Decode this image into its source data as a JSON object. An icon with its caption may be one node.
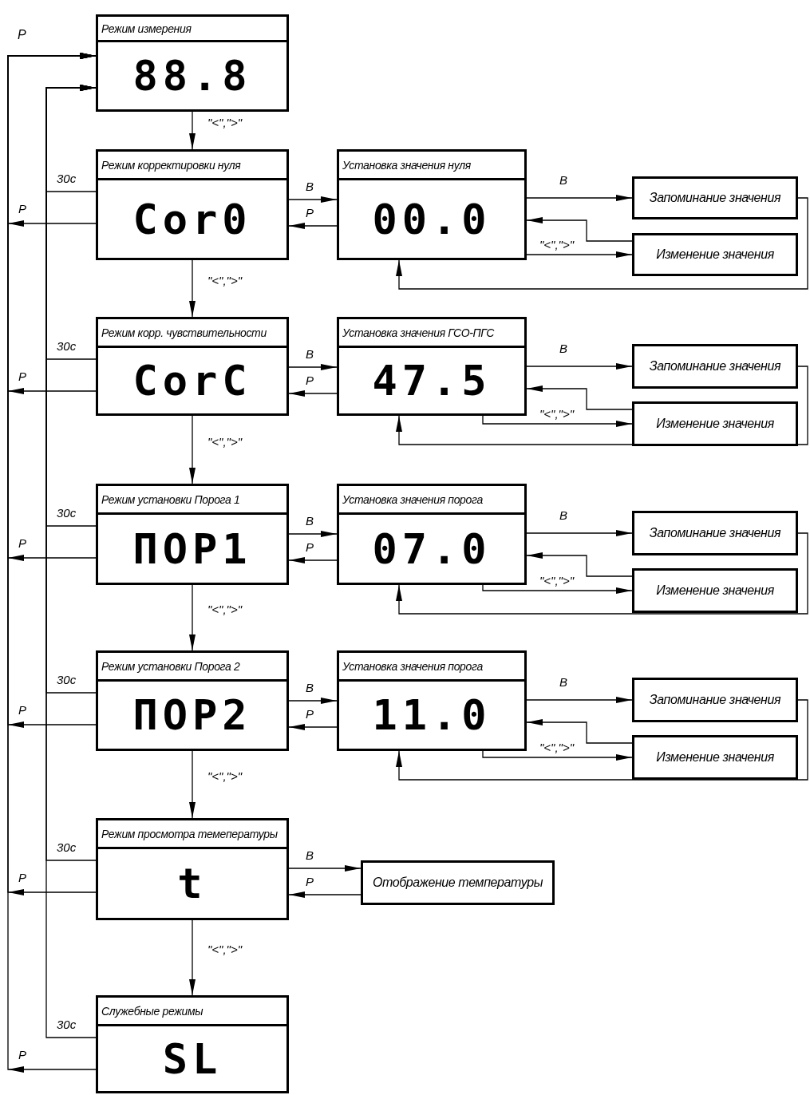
{
  "diagram": {
    "nodes": [
      {
        "text": [
          "Режим измерения",
          "88.8"
        ]
      },
      {
        "text": [
          "Режим корректировки нуля",
          "Cor0"
        ]
      },
      {
        "text": [
          "Установка значения нуля",
          "00.0"
        ]
      },
      {
        "text": [
          "Запоминание значения"
        ]
      },
      {
        "text": [
          "Изменение значения"
        ]
      },
      {
        "text": [
          "Режим корр. чувствительности",
          "CorC"
        ]
      },
      {
        "text": [
          "Установка значения ГСО-ПГС",
          "47.5"
        ]
      },
      {
        "text": [
          "Запоминание значения"
        ]
      },
      {
        "text": [
          "Изменение значения"
        ]
      },
      {
        "text": [
          "Режим установки Порога 1",
          "ПОР1"
        ]
      },
      {
        "text": [
          "Установка значения порога",
          "07.0"
        ]
      },
      {
        "text": [
          "Запоминание значения"
        ]
      },
      {
        "text": [
          "Изменение значения"
        ]
      },
      {
        "text": [
          "Режим установки Порога 2",
          "ПОР2"
        ]
      },
      {
        "text": [
          "Установка значения порога",
          "11.0"
        ]
      },
      {
        "text": [
          "Запоминание значения"
        ]
      },
      {
        "text": [
          "Изменение значения"
        ]
      },
      {
        "text": [
          "Режим просмотра темепературы",
          "t"
        ]
      },
      {
        "text": [
          "Отображение температуры"
        ]
      },
      {
        "text": [
          "Служебные режимы",
          "SL"
        ]
      }
    ],
    "edges": [
      {
        "from": 0,
        "to": 1,
        "arrow": "to",
        "label": "\"<\",\">\""
      },
      {
        "from": 1,
        "to": 0,
        "arrow": "to",
        "label": "30с"
      },
      {
        "from": 1,
        "to": 0,
        "arrow": "to",
        "label": "Р"
      },
      {
        "from": 1,
        "to": 2,
        "arrow": "to",
        "label": "В"
      },
      {
        "from": 2,
        "to": 1,
        "arrow": "to",
        "label": "Р"
      },
      {
        "from": 2,
        "to": 3,
        "arrow": "to",
        "label": "В"
      },
      {
        "from": 4,
        "to": 2,
        "arrow": "to"
      },
      {
        "from": 2,
        "to": 4,
        "arrow": "to",
        "label": "\"<\",\">\""
      },
      {
        "from": 3,
        "to": 2,
        "arrow": "to"
      },
      {
        "from": 1,
        "to": 5,
        "arrow": "to",
        "label": "\"<\",\">\""
      },
      {
        "from": 5,
        "to": 0,
        "arrow": "to",
        "label": "30с"
      },
      {
        "from": 5,
        "to": 0,
        "arrow": "to",
        "label": "Р"
      },
      {
        "from": 5,
        "to": 6,
        "arrow": "to",
        "label": "В"
      },
      {
        "from": 6,
        "to": 5,
        "arrow": "to",
        "label": "Р"
      },
      {
        "from": 6,
        "to": 7,
        "arrow": "to",
        "label": "В"
      },
      {
        "from": 8,
        "to": 6,
        "arrow": "to"
      },
      {
        "from": 6,
        "to": 8,
        "arrow": "to",
        "label": "\"<\",\">\""
      },
      {
        "from": 7,
        "to": 6,
        "arrow": "to"
      },
      {
        "from": 5,
        "to": 9,
        "arrow": "to",
        "label": "\"<\",\">\""
      },
      {
        "from": 9,
        "to": 0,
        "arrow": "to",
        "label": "30с"
      },
      {
        "from": 9,
        "to": 0,
        "arrow": "to",
        "label": "Р"
      },
      {
        "from": 9,
        "to": 10,
        "arrow": "to",
        "label": "В"
      },
      {
        "from": 10,
        "to": 9,
        "arrow": "to",
        "label": "Р"
      },
      {
        "from": 10,
        "to": 11,
        "arrow": "to",
        "label": "В"
      },
      {
        "from": 12,
        "to": 10,
        "arrow": "to"
      },
      {
        "from": 10,
        "to": 12,
        "arrow": "to",
        "label": "\"<\",\">\""
      },
      {
        "from": 11,
        "to": 10,
        "arrow": "to"
      },
      {
        "from": 9,
        "to": 13,
        "arrow": "to",
        "label": "\"<\",\">\""
      },
      {
        "from": 13,
        "to": 0,
        "arrow": "to",
        "label": "30с"
      },
      {
        "from": 13,
        "to": 0,
        "arrow": "to",
        "label": "Р"
      },
      {
        "from": 13,
        "to": 14,
        "arrow": "to",
        "label": "В"
      },
      {
        "from": 14,
        "to": 13,
        "arrow": "to",
        "label": "Р"
      },
      {
        "from": 14,
        "to": 15,
        "arrow": "to",
        "label": "В"
      },
      {
        "from": 16,
        "to": 14,
        "arrow": "to"
      },
      {
        "from": 14,
        "to": 16,
        "arrow": "to",
        "label": "\"<\",\">\""
      },
      {
        "from": 15,
        "to": 14,
        "arrow": "to"
      },
      {
        "from": 13,
        "to": 17,
        "arrow": "to",
        "label": "\"<\",\">\""
      },
      {
        "from": 17,
        "to": 0,
        "arrow": "to",
        "label": "30с"
      },
      {
        "from": 17,
        "to": 0,
        "arrow": "to",
        "label": "Р"
      },
      {
        "from": 17,
        "to": 18,
        "arrow": "to",
        "label": "В"
      },
      {
        "from": 18,
        "to": 17,
        "arrow": "to",
        "label": "Р"
      },
      {
        "from": 17,
        "to": 19,
        "arrow": "to",
        "label": "\"<\",\">\""
      },
      {
        "from": 19,
        "to": 0,
        "arrow": "to",
        "label": "30с"
      },
      {
        "from": 19,
        "to": 0,
        "arrow": "to",
        "label": "Р"
      }
    ],
    "labels": [
      "Р"
    ]
  }
}
